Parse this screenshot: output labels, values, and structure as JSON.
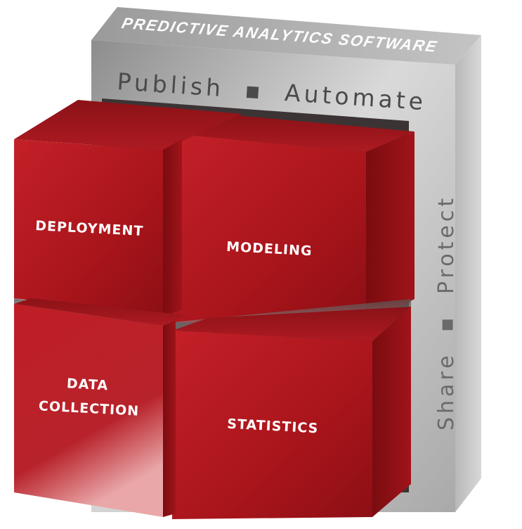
{
  "frame": {
    "title": "PREDICTIVE ANALYTICS SOFTWARE",
    "top_caption": {
      "word1": "Publish",
      "separator": "▪",
      "word2": "Automate"
    },
    "side_caption": {
      "word1": "Share",
      "separator": "▪",
      "word2": "Protect"
    }
  },
  "cubes": {
    "top_left": {
      "lines": [
        "DEPLOYMENT"
      ]
    },
    "top_right": {
      "lines": [
        "MODELING"
      ]
    },
    "bottom_left": {
      "lines": [
        "DATA",
        "COLLECTION"
      ]
    },
    "bottom_right": {
      "lines": [
        "STATISTICS"
      ]
    }
  },
  "colors": {
    "cube_red": "#b3161c",
    "cube_red_dark": "#7e0d12",
    "frame_gray": "#c8c8c8",
    "frame_gray_dark": "#9a9a9a",
    "caption_text": "#4a4a4a"
  }
}
